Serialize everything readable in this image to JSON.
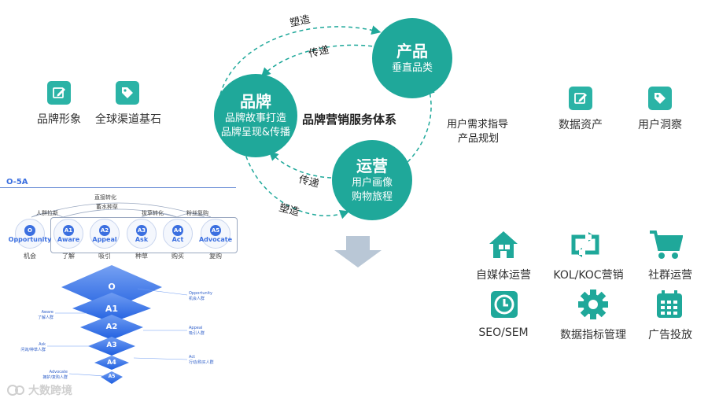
{
  "left_icons": [
    {
      "icon": "edit-icon",
      "label": "品牌形象"
    },
    {
      "icon": "tag-icon",
      "label": "全球渠道基石"
    }
  ],
  "right_top_icons": [
    {
      "icon": "edit-icon",
      "label": "数据资产"
    },
    {
      "icon": "tag-icon",
      "label": "用户洞察"
    }
  ],
  "cycle": {
    "center_title": "品牌营销服务体系",
    "brand": {
      "title": "品牌",
      "lines": [
        "品牌故事打造",
        "品牌呈现&传播"
      ]
    },
    "product": {
      "title": "产品",
      "lines": [
        "垂直品类"
      ]
    },
    "operation": {
      "title": "运营",
      "lines": [
        "用户画像",
        "购物旅程"
      ]
    },
    "arrows": {
      "top_outer": "塑造",
      "top_inner": "传递",
      "right": [
        "用户需求指导",
        "产品规划"
      ],
      "bottom_inner": "传递",
      "bottom_outer": "塑造"
    }
  },
  "services": [
    {
      "icon": "home-icon",
      "label": "自媒体运营"
    },
    {
      "icon": "refresh-icon",
      "label": "KOL/KOC营销"
    },
    {
      "icon": "cart-icon",
      "label": "社群运营"
    },
    {
      "icon": "clock-icon",
      "label": "SEO/SEM"
    },
    {
      "icon": "gear-icon",
      "label": "数据指标管理"
    },
    {
      "icon": "calendar-icon",
      "label": "广告投放"
    }
  ],
  "o5a": {
    "title": "O-5A",
    "top_labels": [
      "直接转化",
      "蓄水种草",
      "人群拉新",
      "拔草转化",
      "粉丝复购"
    ],
    "stages": [
      {
        "badge": "O",
        "en": "Opportunity",
        "cn": "机会"
      },
      {
        "badge": "A1",
        "en": "Aware",
        "cn": "了解"
      },
      {
        "badge": "A2",
        "en": "Appeal",
        "cn": "吸引"
      },
      {
        "badge": "A3",
        "en": "Ask",
        "cn": "种草"
      },
      {
        "badge": "A4",
        "en": "Act",
        "cn": "购买"
      },
      {
        "badge": "A5",
        "en": "Advocate",
        "cn": "复购"
      }
    ]
  },
  "funnel": {
    "layers": [
      "O",
      "A1",
      "A2",
      "A3",
      "A4",
      "A5"
    ],
    "side_labels": {
      "opportunity": [
        "Opportunity",
        "机会人群"
      ],
      "aware": [
        "Aware",
        "了解人群"
      ],
      "appeal": [
        "Appeal",
        "吸引人群"
      ],
      "ask": [
        "Ask",
        "问询/种草人群"
      ],
      "act": [
        "Act",
        "行动/购买人群"
      ],
      "advocate": [
        "Advocate",
        "拥护/复购人群"
      ]
    }
  },
  "watermark": "大数跨境",
  "colors": {
    "teal": "#1fa89a",
    "icon_teal": "#2bb3a6",
    "funnel_blue": "#2f6fe8",
    "arrow_gray": "#b9c7d6"
  }
}
